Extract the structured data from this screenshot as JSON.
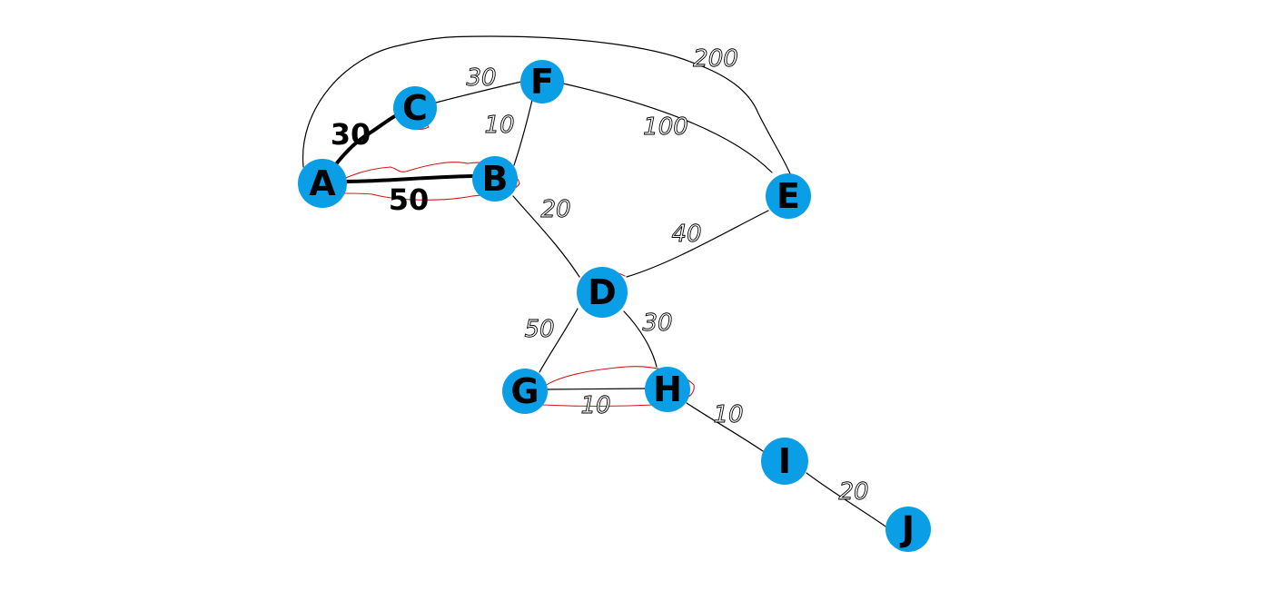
{
  "graph": {
    "nodes": [
      {
        "id": "A",
        "label": "A"
      },
      {
        "id": "B",
        "label": "B"
      },
      {
        "id": "C",
        "label": "C"
      },
      {
        "id": "D",
        "label": "D"
      },
      {
        "id": "E",
        "label": "E"
      },
      {
        "id": "F",
        "label": "F"
      },
      {
        "id": "G",
        "label": "G"
      },
      {
        "id": "H",
        "label": "H"
      },
      {
        "id": "I",
        "label": "I"
      },
      {
        "id": "J",
        "label": "J"
      }
    ],
    "edges": [
      {
        "id": "A-C",
        "from": "A",
        "to": "C",
        "weight": "30",
        "emphasized": true
      },
      {
        "id": "A-B",
        "from": "A",
        "to": "B",
        "weight": "50",
        "emphasized": true,
        "circled": true
      },
      {
        "id": "C-F",
        "from": "C",
        "to": "F",
        "weight": "30"
      },
      {
        "id": "F-B",
        "from": "F",
        "to": "B",
        "weight": "10"
      },
      {
        "id": "F-E",
        "from": "F",
        "to": "E",
        "weight": "100"
      },
      {
        "id": "A-E",
        "from": "A",
        "to": "E",
        "weight": "200"
      },
      {
        "id": "B-D",
        "from": "B",
        "to": "D",
        "weight": "20"
      },
      {
        "id": "D-E",
        "from": "D",
        "to": "E",
        "weight": "40"
      },
      {
        "id": "D-G",
        "from": "D",
        "to": "G",
        "weight": "50"
      },
      {
        "id": "D-H",
        "from": "D",
        "to": "H",
        "weight": "30"
      },
      {
        "id": "G-H",
        "from": "G",
        "to": "H",
        "weight": "10",
        "circled": true
      },
      {
        "id": "H-I",
        "from": "H",
        "to": "I",
        "weight": "10"
      },
      {
        "id": "I-J",
        "from": "I",
        "to": "J",
        "weight": "20"
      }
    ],
    "colors": {
      "node_fill": "#0a9ee6",
      "edge": "#000000",
      "highlight": "#d01818",
      "background": "#ffffff"
    }
  }
}
